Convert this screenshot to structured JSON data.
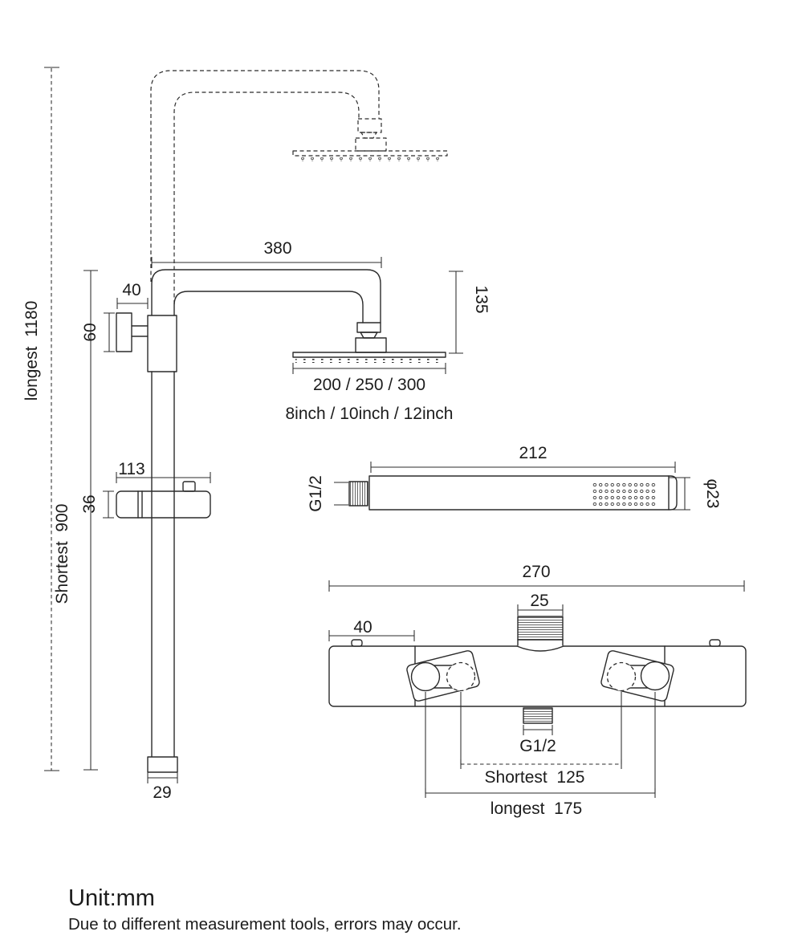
{
  "footer": {
    "unit": "Unit:mm",
    "note": "Due to different measurement tools, errors may occur."
  },
  "riser": {
    "longest": "longest  1180",
    "shortest": "Shortest  900",
    "arm_length": "380",
    "bracket_offset": "40",
    "bracket_height": "60",
    "head_drop": "135",
    "head_sizes_mm": "200 / 250 / 300",
    "head_sizes_inch": "8inch / 10inch / 12inch",
    "slider_length": "113",
    "slider_height": "36",
    "pipe_end_dia": "29"
  },
  "hand_shower": {
    "thread": "G1/2",
    "length": "212",
    "diameter": "φ23"
  },
  "mixer": {
    "body_length": "270",
    "inlet_width": "25",
    "end_section": "40",
    "outlet_thread": "G1/2",
    "centers_shortest": "Shortest  125",
    "centers_longest": "longest  175"
  },
  "colors": {
    "line": "#2b2b2b",
    "background": "#ffffff"
  }
}
